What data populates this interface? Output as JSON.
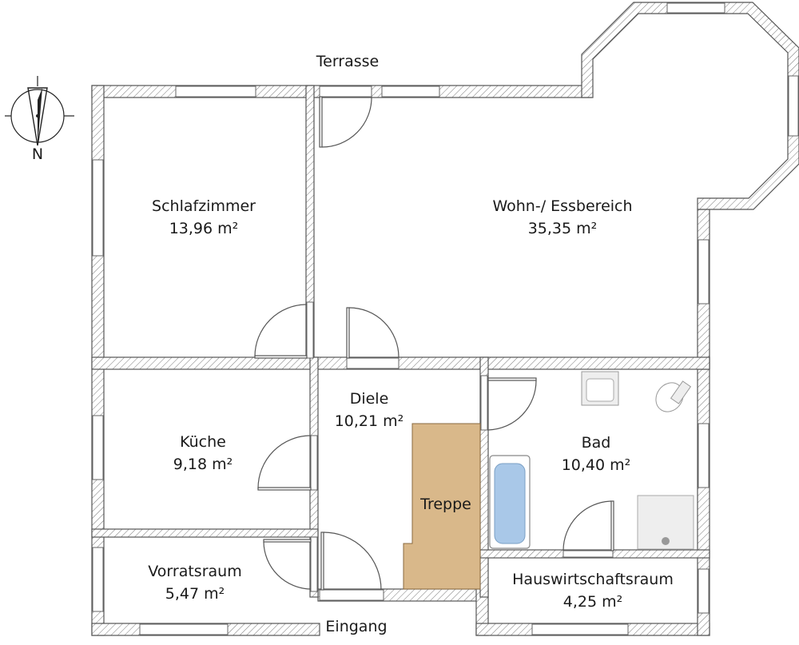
{
  "plan": {
    "outside_labels": {
      "terrace": "Terrasse",
      "entrance": "Eingang",
      "compass_north": "N"
    },
    "rooms": [
      {
        "id": "schlafzimmer",
        "name": "Schlafzimmer",
        "area": "13,96 m²"
      },
      {
        "id": "wohn",
        "name": "Wohn-/ Essbereich",
        "area": "35,35 m²"
      },
      {
        "id": "diele",
        "name": "Diele",
        "area": "10,21 m²"
      },
      {
        "id": "kueche",
        "name": "Küche",
        "area": "9,18 m²"
      },
      {
        "id": "bad",
        "name": "Bad",
        "area": "10,40 m²"
      },
      {
        "id": "vorrat",
        "name": "Vorratsraum",
        "area": "5,47 m²"
      },
      {
        "id": "hwr",
        "name": "Hauswirtschaftsraum",
        "area": "4,25 m²"
      }
    ],
    "stairs_label": "Treppe",
    "colors": {
      "wall_stroke": "#555555",
      "stairs_fill": "#d9b88a",
      "bathtub_fill": "#a9c8e8",
      "fixture_fill": "#eeeeee"
    }
  }
}
